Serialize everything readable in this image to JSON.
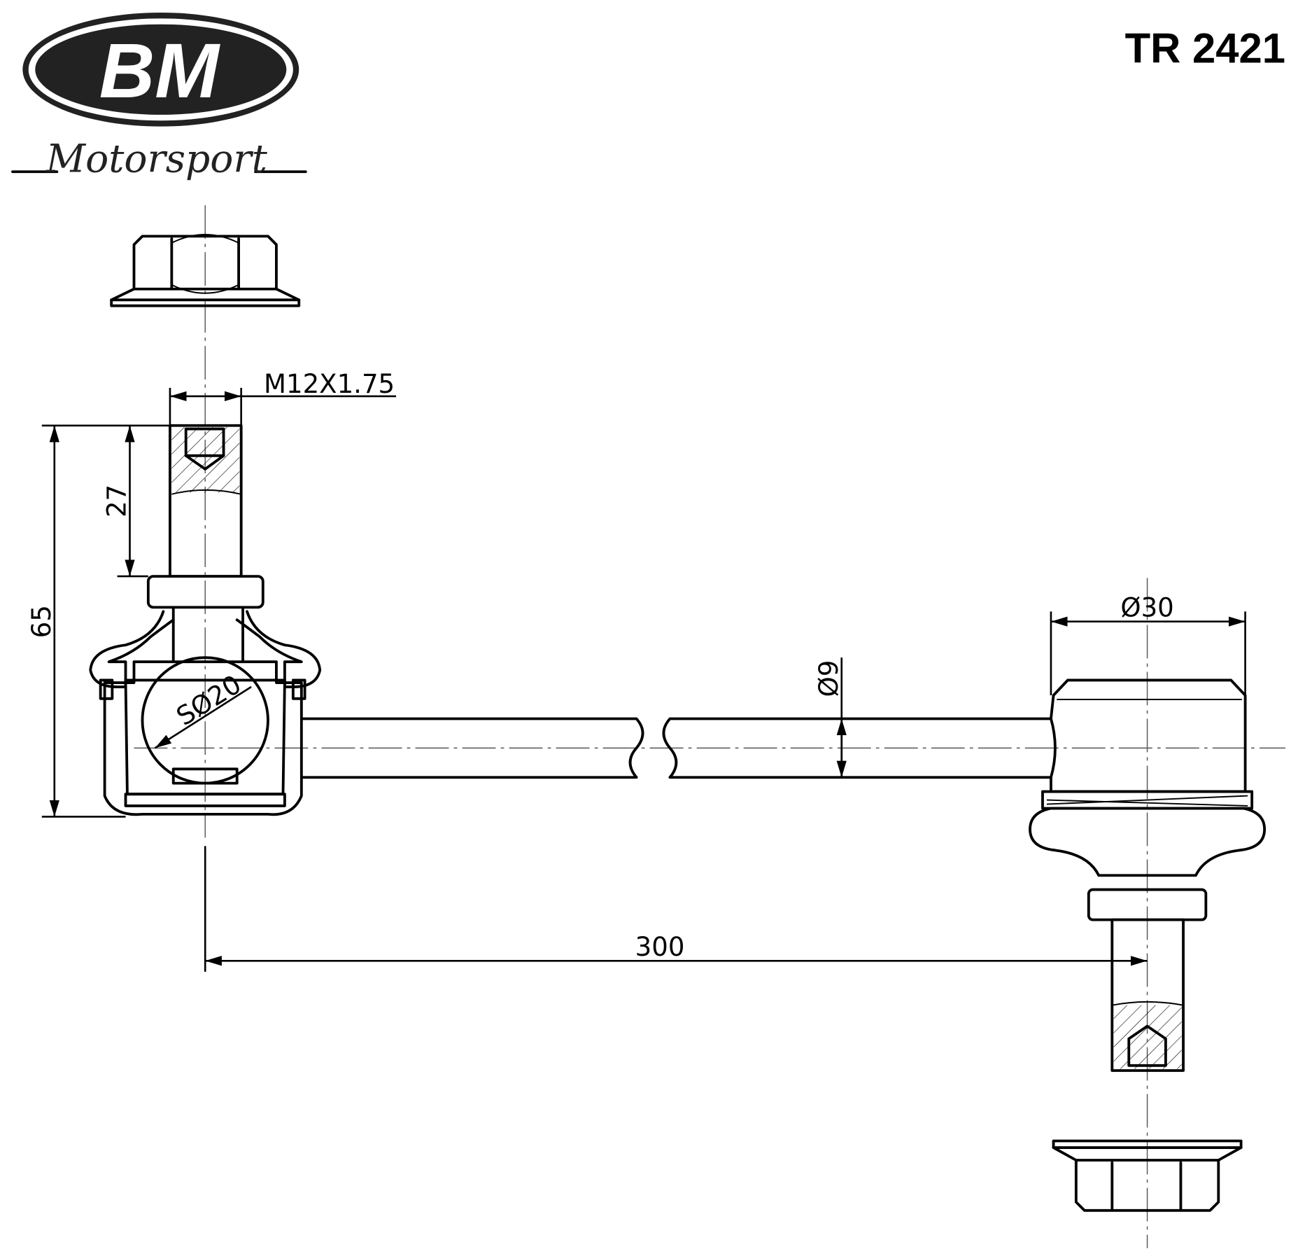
{
  "logo": {
    "brand": "BM",
    "subtitle": "Motorsport"
  },
  "part_number": "TR 2421",
  "dimensions": {
    "thread": "M12X1.75",
    "stud_length": "27",
    "overall_height": "65",
    "ball_diameter": "SØ20",
    "rod_diameter": "Ø9",
    "head_diameter": "Ø30",
    "length": "300"
  }
}
